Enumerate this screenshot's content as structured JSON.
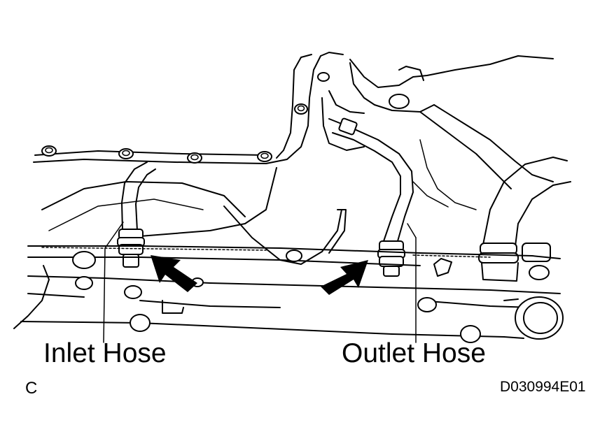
{
  "labels": {
    "inlet": "Inlet Hose",
    "outlet": "Outlet Hose",
    "corner": "C",
    "code": "D030994E01"
  },
  "colors": {
    "line": "#000000",
    "background": "#ffffff"
  }
}
